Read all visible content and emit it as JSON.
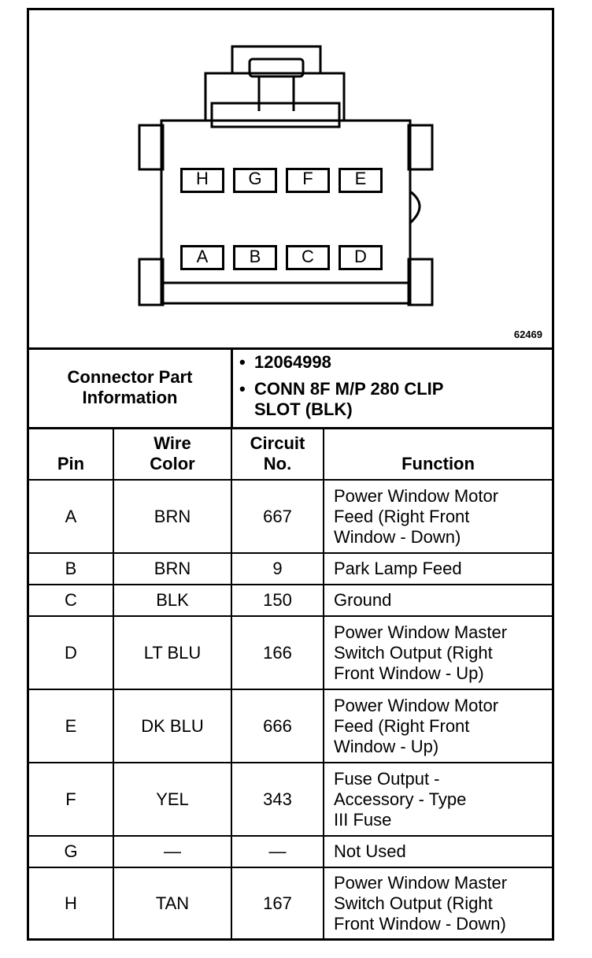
{
  "figure_number": "62469",
  "connector": {
    "pins_top": [
      "H",
      "G",
      "F",
      "E"
    ],
    "pins_bottom": [
      "A",
      "B",
      "C",
      "D"
    ]
  },
  "part_info": {
    "label_line1": "Connector Part",
    "label_line2": "Information",
    "bullet": "•",
    "part_number": "12064998",
    "description_line1": "CONN 8F M/P 280 CLIP",
    "description_line2": "SLOT (BLK)"
  },
  "table": {
    "headers": {
      "pin": "Pin",
      "wire_color_line1": "Wire",
      "wire_color_line2": "Color",
      "circuit_line1": "Circuit",
      "circuit_line2": "No.",
      "function": "Function"
    },
    "rows": [
      {
        "pin": "A",
        "wire": "BRN",
        "circuit": "667",
        "function": [
          "Power Window Motor",
          "Feed (Right Front",
          "Window - Down)"
        ]
      },
      {
        "pin": "B",
        "wire": "BRN",
        "circuit": "9",
        "function": [
          "Park Lamp Feed"
        ]
      },
      {
        "pin": "C",
        "wire": "BLK",
        "circuit": "150",
        "function": [
          "Ground"
        ]
      },
      {
        "pin": "D",
        "wire": "LT BLU",
        "circuit": "166",
        "function": [
          "Power Window Master",
          "Switch Output (Right",
          "Front Window - Up)"
        ]
      },
      {
        "pin": "E",
        "wire": "DK BLU",
        "circuit": "666",
        "function": [
          "Power Window Motor",
          "Feed (Right Front",
          "Window - Up)"
        ]
      },
      {
        "pin": "F",
        "wire": "YEL",
        "circuit": "343",
        "function": [
          "Fuse Output -",
          "Accessory - Type",
          "III Fuse"
        ]
      },
      {
        "pin": "G",
        "wire": "—",
        "circuit": "—",
        "function": [
          "Not Used"
        ]
      },
      {
        "pin": "H",
        "wire": "TAN",
        "circuit": "167",
        "function": [
          "Power Window Master",
          "Switch Output (Right",
          "Front Window - Down)"
        ]
      }
    ]
  }
}
